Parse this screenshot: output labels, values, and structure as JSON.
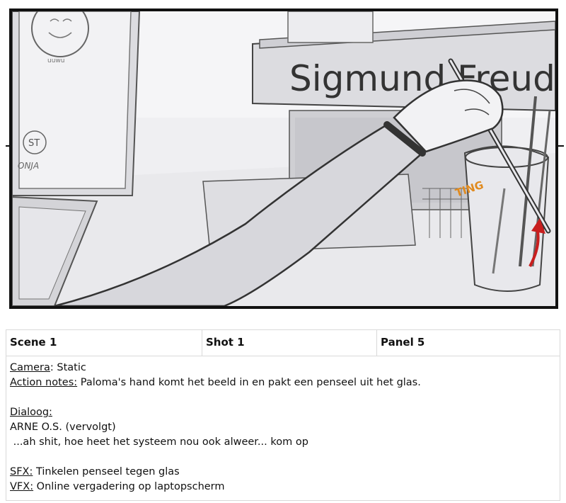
{
  "panel": {
    "sign_text": "Sigmund Freud",
    "sound_text": "TING",
    "sticker_text": "ST",
    "signature_text": "ONJA",
    "small_text": "uuwu"
  },
  "table": {
    "scene": "Scene 1",
    "shot": "Shot 1",
    "panel": "Panel 5"
  },
  "notes": {
    "camera_label": "Camera",
    "camera_value": ": Static",
    "action_label": "Action notes:",
    "action_value": " Paloma's hand komt het beeld in en pakt een penseel uit het glas.",
    "dialog_label": "Dialoog:",
    "dialog_speaker": "ARNE O.S. (vervolgt)",
    "dialog_line": " ...ah shit, hoe heet het systeem nou ook alweer... kom op",
    "sfx_label": "SFX:",
    "sfx_value": " Tinkelen penseel tegen glas",
    "vfx_label": "VFX:",
    "vfx_value": " Online vergadering op laptopscherm"
  }
}
